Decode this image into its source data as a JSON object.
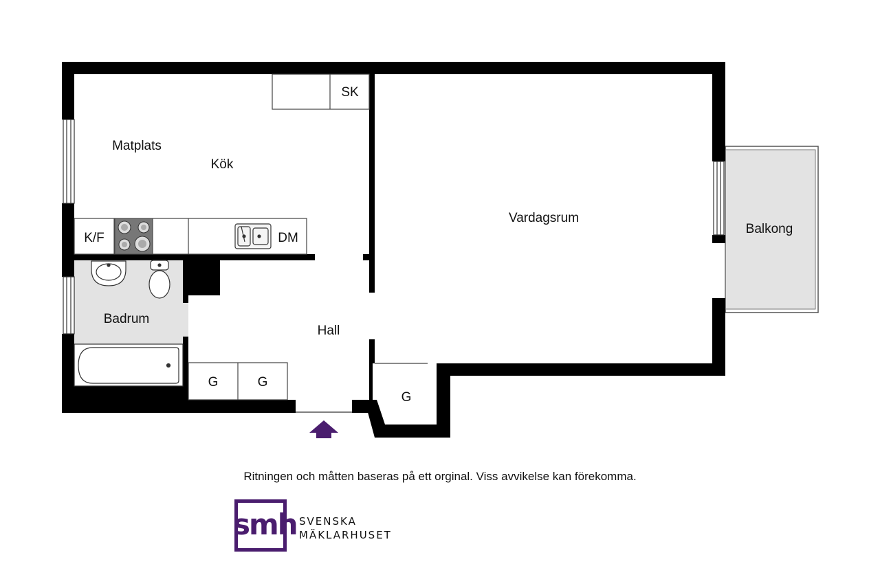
{
  "rooms": {
    "matplats": "Matplats",
    "kok": "Kök",
    "vardagsrum": "Vardagsrum",
    "balkong": "Balkong",
    "badrum": "Badrum",
    "hall": "Hall"
  },
  "fixtures": {
    "sk": "SK",
    "kf": "K/F",
    "dm": "DM",
    "g1": "G",
    "g2": "G",
    "g3": "G"
  },
  "icons": {
    "entrance": "entrance-arrow-icon",
    "stove": "stove-icon",
    "sink": "kitchen-sink-icon",
    "washbasin": "washbasin-icon",
    "toilet": "toilet-icon",
    "bathtub": "bathtub-icon"
  },
  "colors": {
    "walls": "#000000",
    "wet_room": "#e3e3e3",
    "balcony": "#e3e3e3",
    "entrance_arrow": "#4a1d6e",
    "brand": "#4a1d6e"
  },
  "disclaimer": "Ritningen och måtten baseras på ett orginal. Viss avvikelse kan förekomma.",
  "logo": {
    "mark": "smh",
    "line1": "SVENSKA",
    "line2": "MÄKLARHUSET"
  }
}
